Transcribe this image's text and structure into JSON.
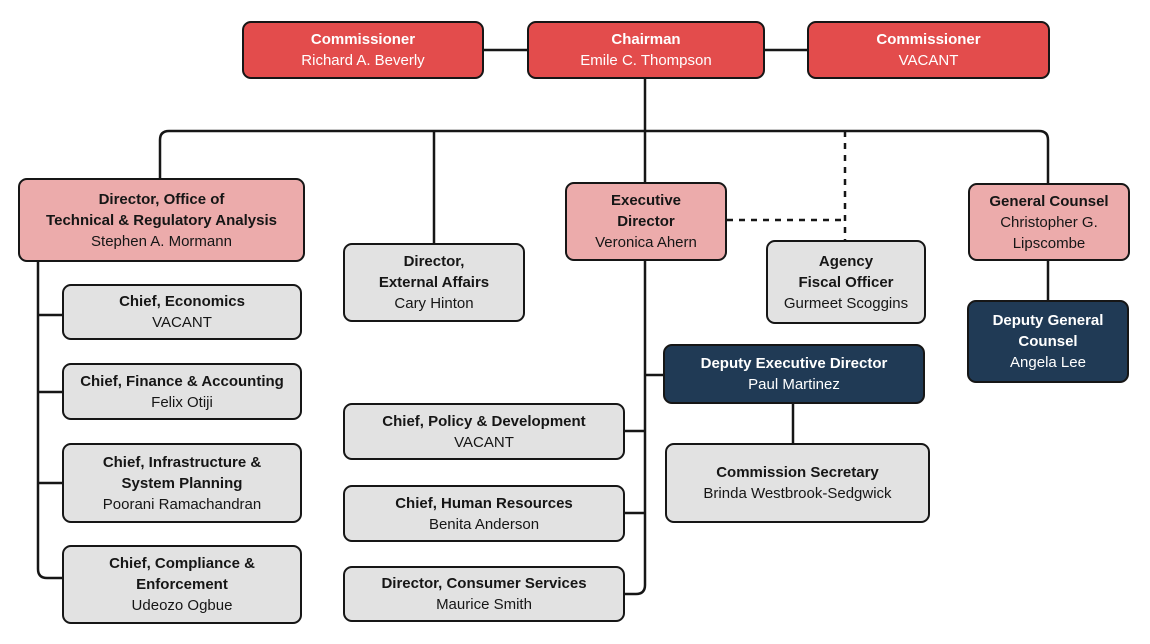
{
  "diagram": {
    "type": "org-chart",
    "colors": {
      "commissioner_red": "#e34c4c",
      "director_pink": "#ecabab",
      "staff_gray": "#e2e2e2",
      "deputy_navy": "#203a55",
      "line_black": "#161616"
    }
  },
  "nodes": {
    "commissioner_left": {
      "title": "Commissioner",
      "name": "Richard A. Beverly"
    },
    "chairman": {
      "title": "Chairman",
      "name": "Emile C. Thompson"
    },
    "commissioner_right": {
      "title": "Commissioner",
      "name": "VACANT"
    },
    "director_otra": {
      "title": "Director, Office of\nTechnical & Regulatory Analysis",
      "name": "Stephen A. Mormann"
    },
    "director_external_affairs": {
      "title": "Director,\nExternal Affairs",
      "name": "Cary Hinton"
    },
    "executive_director": {
      "title": "Executive\nDirector",
      "name": "Veronica Ahern"
    },
    "agency_fiscal_officer": {
      "title": "Agency\nFiscal Officer",
      "name": "Gurmeet Scoggins"
    },
    "general_counsel": {
      "title": "General Counsel",
      "name": "Christopher G.\nLipscombe"
    },
    "deputy_general_counsel": {
      "title": "Deputy General\nCounsel",
      "name": "Angela Lee"
    },
    "chief_economics": {
      "title": "Chief, Economics",
      "name": "VACANT"
    },
    "chief_finance_accounting": {
      "title": "Chief, Finance & Accounting",
      "name": "Felix Otiji"
    },
    "chief_infrastructure_system_planning": {
      "title": "Chief, Infrastructure &\nSystem Planning",
      "name": "Poorani Ramachandran"
    },
    "chief_compliance_enforcement": {
      "title": "Chief, Compliance &\nEnforcement",
      "name": "Udeozo Ogbue"
    },
    "chief_policy_development": {
      "title": "Chief, Policy & Development",
      "name": "VACANT"
    },
    "chief_human_resources": {
      "title": "Chief, Human Resources",
      "name": "Benita Anderson"
    },
    "director_consumer_services": {
      "title": "Director, Consumer Services",
      "name": "Maurice Smith"
    },
    "deputy_executive_director": {
      "title": "Deputy Executive Director",
      "name": "Paul Martinez"
    },
    "commission_secretary": {
      "title": "Commission Secretary",
      "name": "Brinda Westbrook-Sedgwick"
    }
  }
}
